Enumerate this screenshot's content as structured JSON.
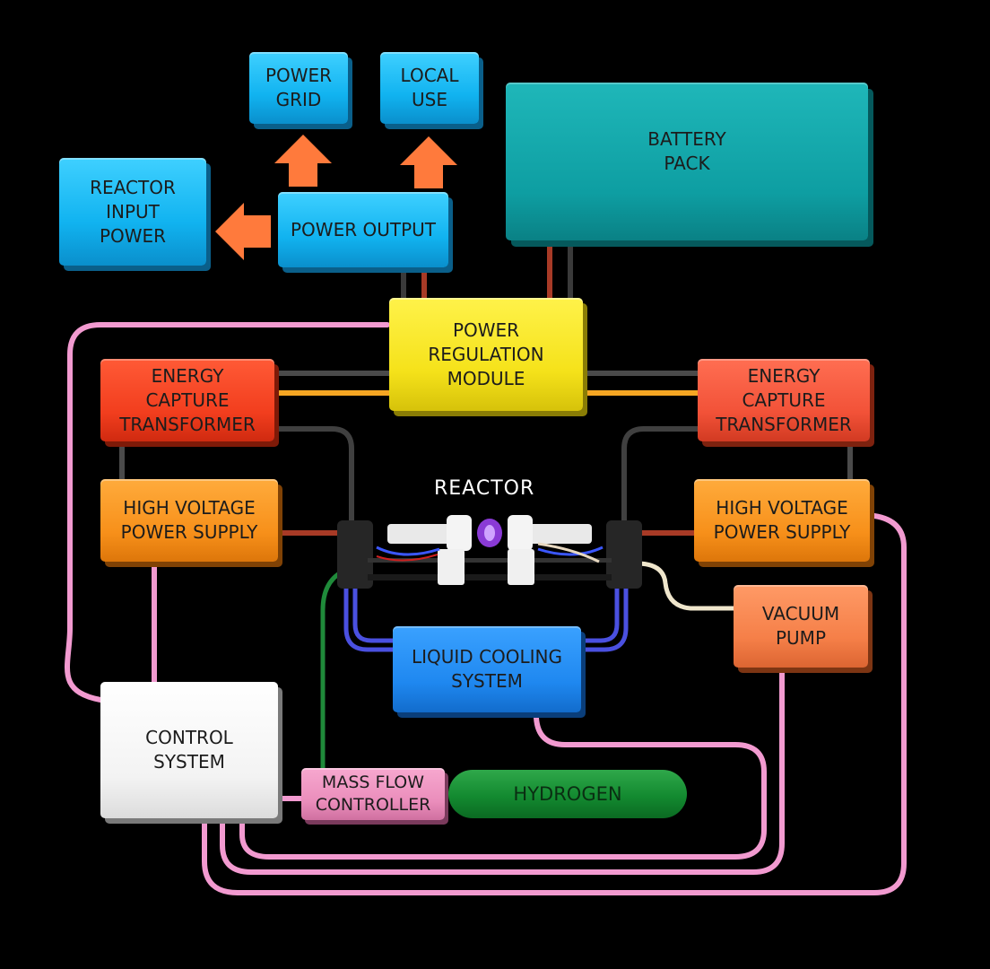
{
  "labels": {
    "power_grid": "POWER\nGRID",
    "local_use": "LOCAL\nUSE",
    "battery_pack": "BATTERY\nPACK",
    "reactor_input_power": "REACTOR\nINPUT\nPOWER",
    "power_output": "POWER OUTPUT",
    "power_regulation_module": "POWER\nREGULATION\nMODULE",
    "energy_capture_transformer_left": "ENERGY\nCAPTURE\nTRANSFORMER",
    "energy_capture_transformer_right": "ENERGY\nCAPTURE\nTRANSFORMER",
    "reactor": "REACTOR",
    "high_voltage_power_supply_left": "HIGH VOLTAGE\nPOWER SUPPLY",
    "high_voltage_power_supply_right": "HIGH VOLTAGE\nPOWER SUPPLY",
    "vacuum_pump": "VACUUM\nPUMP",
    "liquid_cooling_system": "LIQUID COOLING\nSYSTEM",
    "control_system": "CONTROL\nSYSTEM",
    "mass_flow_controller": "MASS FLOW\nCONTROLLER",
    "hydrogen": "HYDROGEN"
  },
  "colors": {
    "background": "#000000",
    "arrow": "#ff7a3c",
    "signal_wire": "#f29ad0",
    "power_wire_dark": "#3a3a3a",
    "power_wire_red": "#a83a26",
    "power_wire_orange": "#f5a623",
    "coolant_wire": "#4a50e0",
    "gas_wire": "#1f8a3a",
    "vacuum_hose": "#efe6cc"
  }
}
